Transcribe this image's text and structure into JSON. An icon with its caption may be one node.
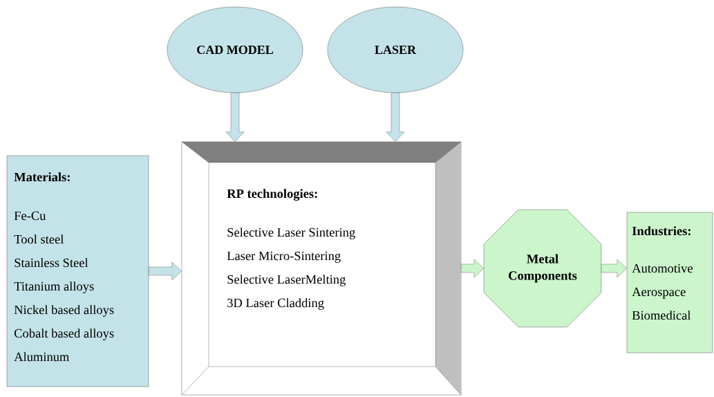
{
  "diagram": {
    "nodes": [
      {
        "text": [
          "CAD MODEL"
        ]
      },
      {
        "text": [
          "LASER"
        ]
      },
      {
        "text": [
          "Materials:",
          "Fe-Cu",
          "Tool steel",
          "Stainless Steel",
          "Titanium alloys",
          "Nickel based alloys",
          "Cobalt based alloys",
          "Aluminum"
        ]
      },
      {
        "text": [
          "RP technologies:",
          "Selective Laser Sintering",
          "Laser Micro-Sintering",
          "Selective LaserMelting",
          "3D Laser Cladding"
        ]
      },
      {
        "text": [
          "Metal Components"
        ]
      },
      {
        "text": [
          "Industries:",
          "Automotive",
          "Aerospace",
          "Biomedical"
        ]
      }
    ],
    "edges": [
      {
        "from": 0,
        "to": 3,
        "arrow": "to"
      },
      {
        "from": 1,
        "to": 3,
        "arrow": "to"
      },
      {
        "from": 2,
        "to": 3,
        "arrow": "to"
      },
      {
        "from": 3,
        "to": 4,
        "arrow": "to",
        "color": "#ccf5cc"
      },
      {
        "from": 4,
        "to": 5,
        "arrow": "to",
        "color": "#ccf5cc"
      }
    ]
  }
}
